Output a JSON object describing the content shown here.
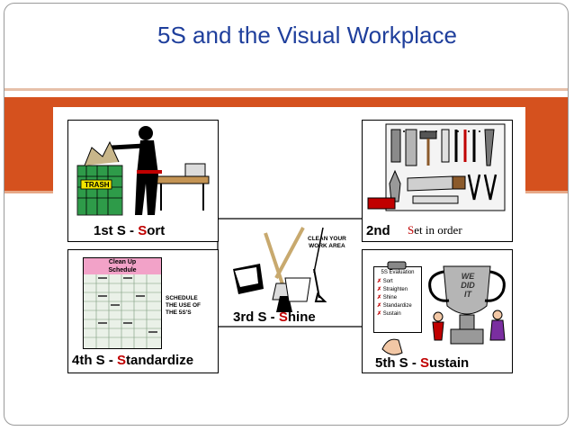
{
  "slide": {
    "title": "5S and the Visual Workplace"
  },
  "steps": [
    {
      "prefix": "1st S - ",
      "initial": "S",
      "rest": "ort",
      "illustration_text": "TRASH"
    },
    {
      "prefix": "2nd",
      "overlay_initial": "S",
      "overlay_rest": "et in order"
    },
    {
      "prefix": "3rd S - ",
      "initial": "S",
      "rest": "hine",
      "note_line1": "CLEAN YOUR",
      "note_line2": "WORK AREA"
    },
    {
      "prefix": "4th S - ",
      "initial": "S",
      "rest": "tandardize",
      "chart_title1": "Clean Up",
      "chart_title2": "Schedule",
      "note_line1": "SCHEDULE",
      "note_line2": "THE USE OF",
      "note_line3": "THE 5S'S"
    },
    {
      "prefix": "5th S - ",
      "initial": "S",
      "rest": "ustain",
      "eval_title": "5S Evaluation",
      "eval_items": [
        "Sort",
        "Straighten",
        "Shine",
        "Standardize",
        "Sustain"
      ],
      "trophy_text1": "WE",
      "trophy_text2": "DID",
      "trophy_text3": "IT"
    }
  ],
  "colors": {
    "title": "#1f3f9c",
    "band": "#d5511e",
    "accent_s": "#c00000"
  }
}
